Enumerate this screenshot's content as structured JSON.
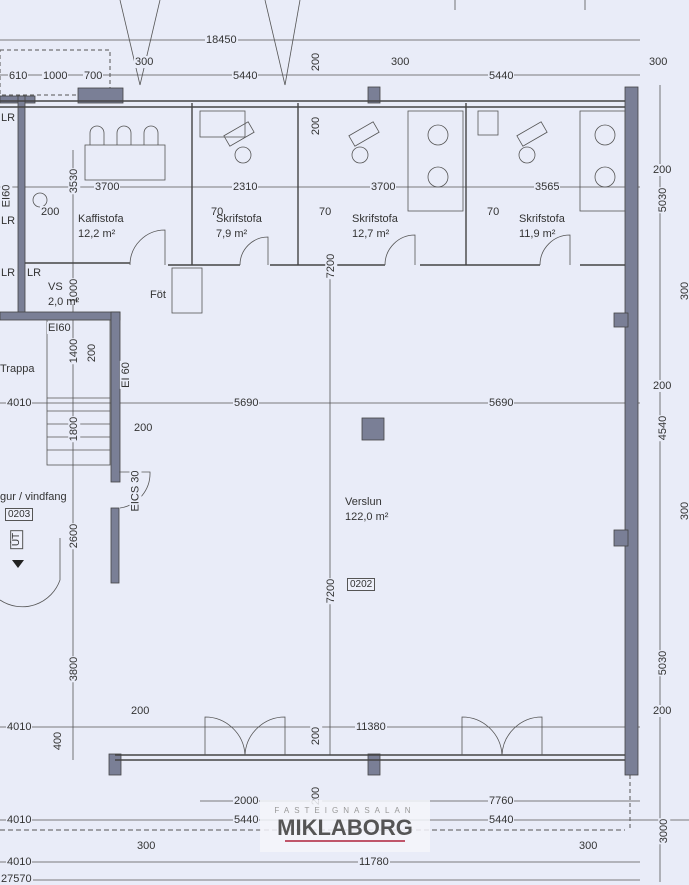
{
  "colors": {
    "wall": "#7a7f96",
    "line": "#555555",
    "logo_accent": "#c0566a"
  },
  "dims": {
    "total_top": "18450",
    "d610": "610",
    "d1000": "1000",
    "d700": "700",
    "d300a": "300",
    "d5440a": "5440",
    "d200a": "200",
    "d300b": "300",
    "d5440b": "5440",
    "d300c": "300",
    "d200b": "200",
    "d3700a": "3700",
    "d2310": "2310",
    "d3700b": "3700",
    "d3565": "3565",
    "d200c": "200",
    "d5030a": "5030",
    "d70a": "70",
    "d70b": "70",
    "d70c": "70",
    "d3530": "3530",
    "d200d": "200",
    "d1000v": "1000",
    "d7200a": "7200",
    "d300d": "300",
    "d1400": "1400",
    "d200e": "200",
    "d4010a": "4010",
    "d5690a": "5690",
    "d5690b": "5690",
    "d200f": "200",
    "d4540": "4540",
    "d200g": "200",
    "d1800": "1800",
    "d2600": "2600",
    "d7200b": "7200",
    "d300e": "300",
    "d3800": "3800",
    "d5030b": "5030",
    "d200h": "200",
    "d4010b": "4010",
    "d200i": "200",
    "d11380": "11380",
    "d200j": "200",
    "d400": "400",
    "d2000": "2000",
    "d7760": "7760",
    "d200k": "200",
    "d4010c": "4010",
    "d5440c": "5440",
    "d5440d": "5440",
    "d300f": "300",
    "d300g": "300",
    "d3000": "3000",
    "d4010d": "4010",
    "d11780": "11780",
    "d27570": "27570"
  },
  "rooms": {
    "kaffistofa": {
      "name": "Kaffistofa",
      "area": "12,2 m²"
    },
    "skrifstofa1": {
      "name": "Skrifstofa",
      "area": "7,9 m²"
    },
    "skrifstofa2": {
      "name": "Skrifstofa",
      "area": "12,7 m²"
    },
    "skrifstofa3": {
      "name": "Skrifstofa",
      "area": "11,9 m²"
    },
    "vs": {
      "name": "VS",
      "area": "2,0 m²"
    },
    "fot": {
      "name": "Föt"
    },
    "trappa": {
      "name": "Trappa"
    },
    "vindfang": {
      "name": "gur / vindfang",
      "number": "0203"
    },
    "verslun": {
      "name": "Verslun",
      "area": "122,0 m²",
      "number": "0202"
    }
  },
  "labels": {
    "lr1": "LR",
    "lr2": "LR",
    "lr3": "LR",
    "lr4": "LR",
    "ei60a": "EI60",
    "ei60b": "EI60",
    "ei60c": "EI 60",
    "eics30": "EICS 30",
    "ut": "ÚT"
  },
  "logo": {
    "subtitle": "FASTEIGNASALAN",
    "name": "MIKLABORG"
  }
}
